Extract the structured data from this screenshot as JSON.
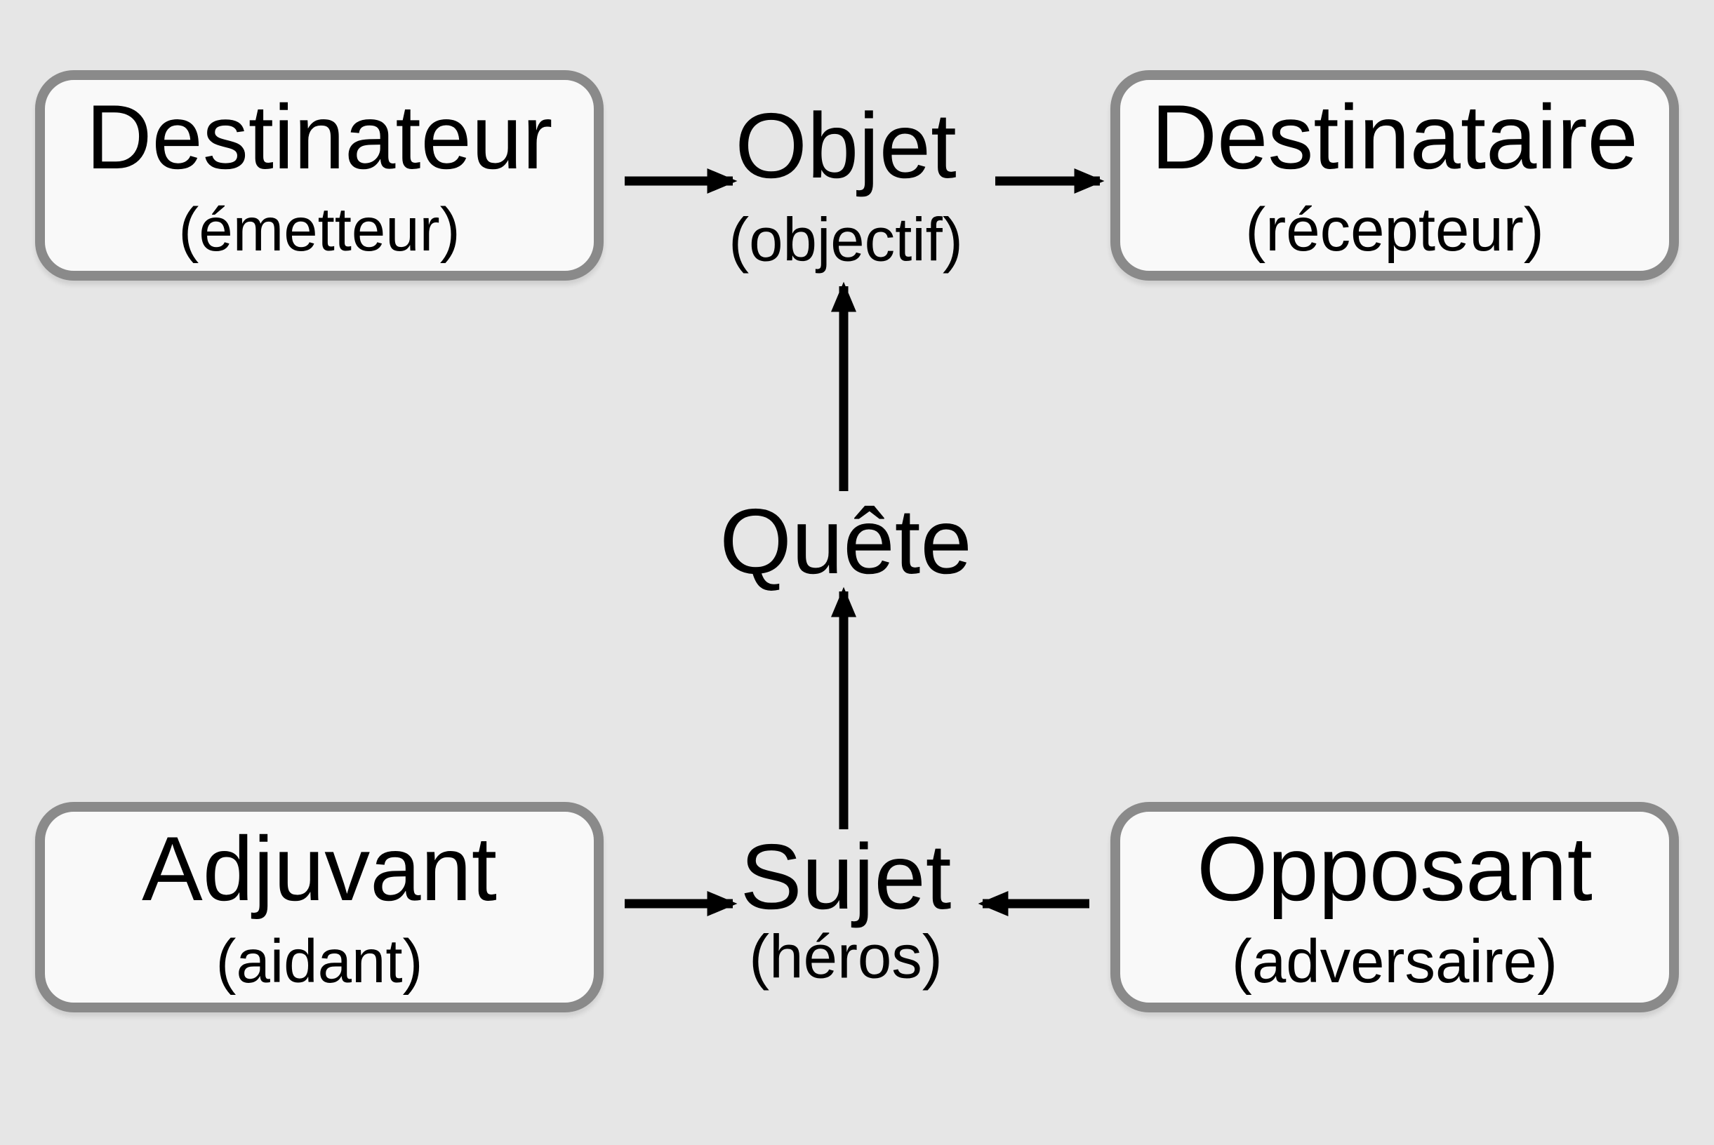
{
  "colors": {
    "background": "#e6e6e6",
    "box_fill": "#f9f9f9",
    "box_border": "#8a8a8a",
    "arrow": "#000000",
    "text": "#000000"
  },
  "nodes": {
    "destinateur": {
      "label": "Destinateur",
      "sublabel": "(émetteur)"
    },
    "objet": {
      "label": "Objet",
      "sublabel": "(objectif)"
    },
    "destinataire": {
      "label": "Destinataire",
      "sublabel": "(récepteur)"
    },
    "quete": {
      "label": "Quête"
    },
    "adjuvant": {
      "label": "Adjuvant",
      "sublabel": "(aidant)"
    },
    "sujet": {
      "label": "Sujet",
      "sublabel": "(héros)"
    },
    "opposant": {
      "label": "Opposant",
      "sublabel": "(adversaire)"
    }
  },
  "edges": [
    {
      "from": "Destinateur",
      "to": "Objet"
    },
    {
      "from": "Objet",
      "to": "Destinataire"
    },
    {
      "from": "Quête",
      "to": "Objet"
    },
    {
      "from": "Sujet",
      "to": "Quête"
    },
    {
      "from": "Adjuvant",
      "to": "Sujet"
    },
    {
      "from": "Opposant",
      "to": "Sujet"
    }
  ]
}
